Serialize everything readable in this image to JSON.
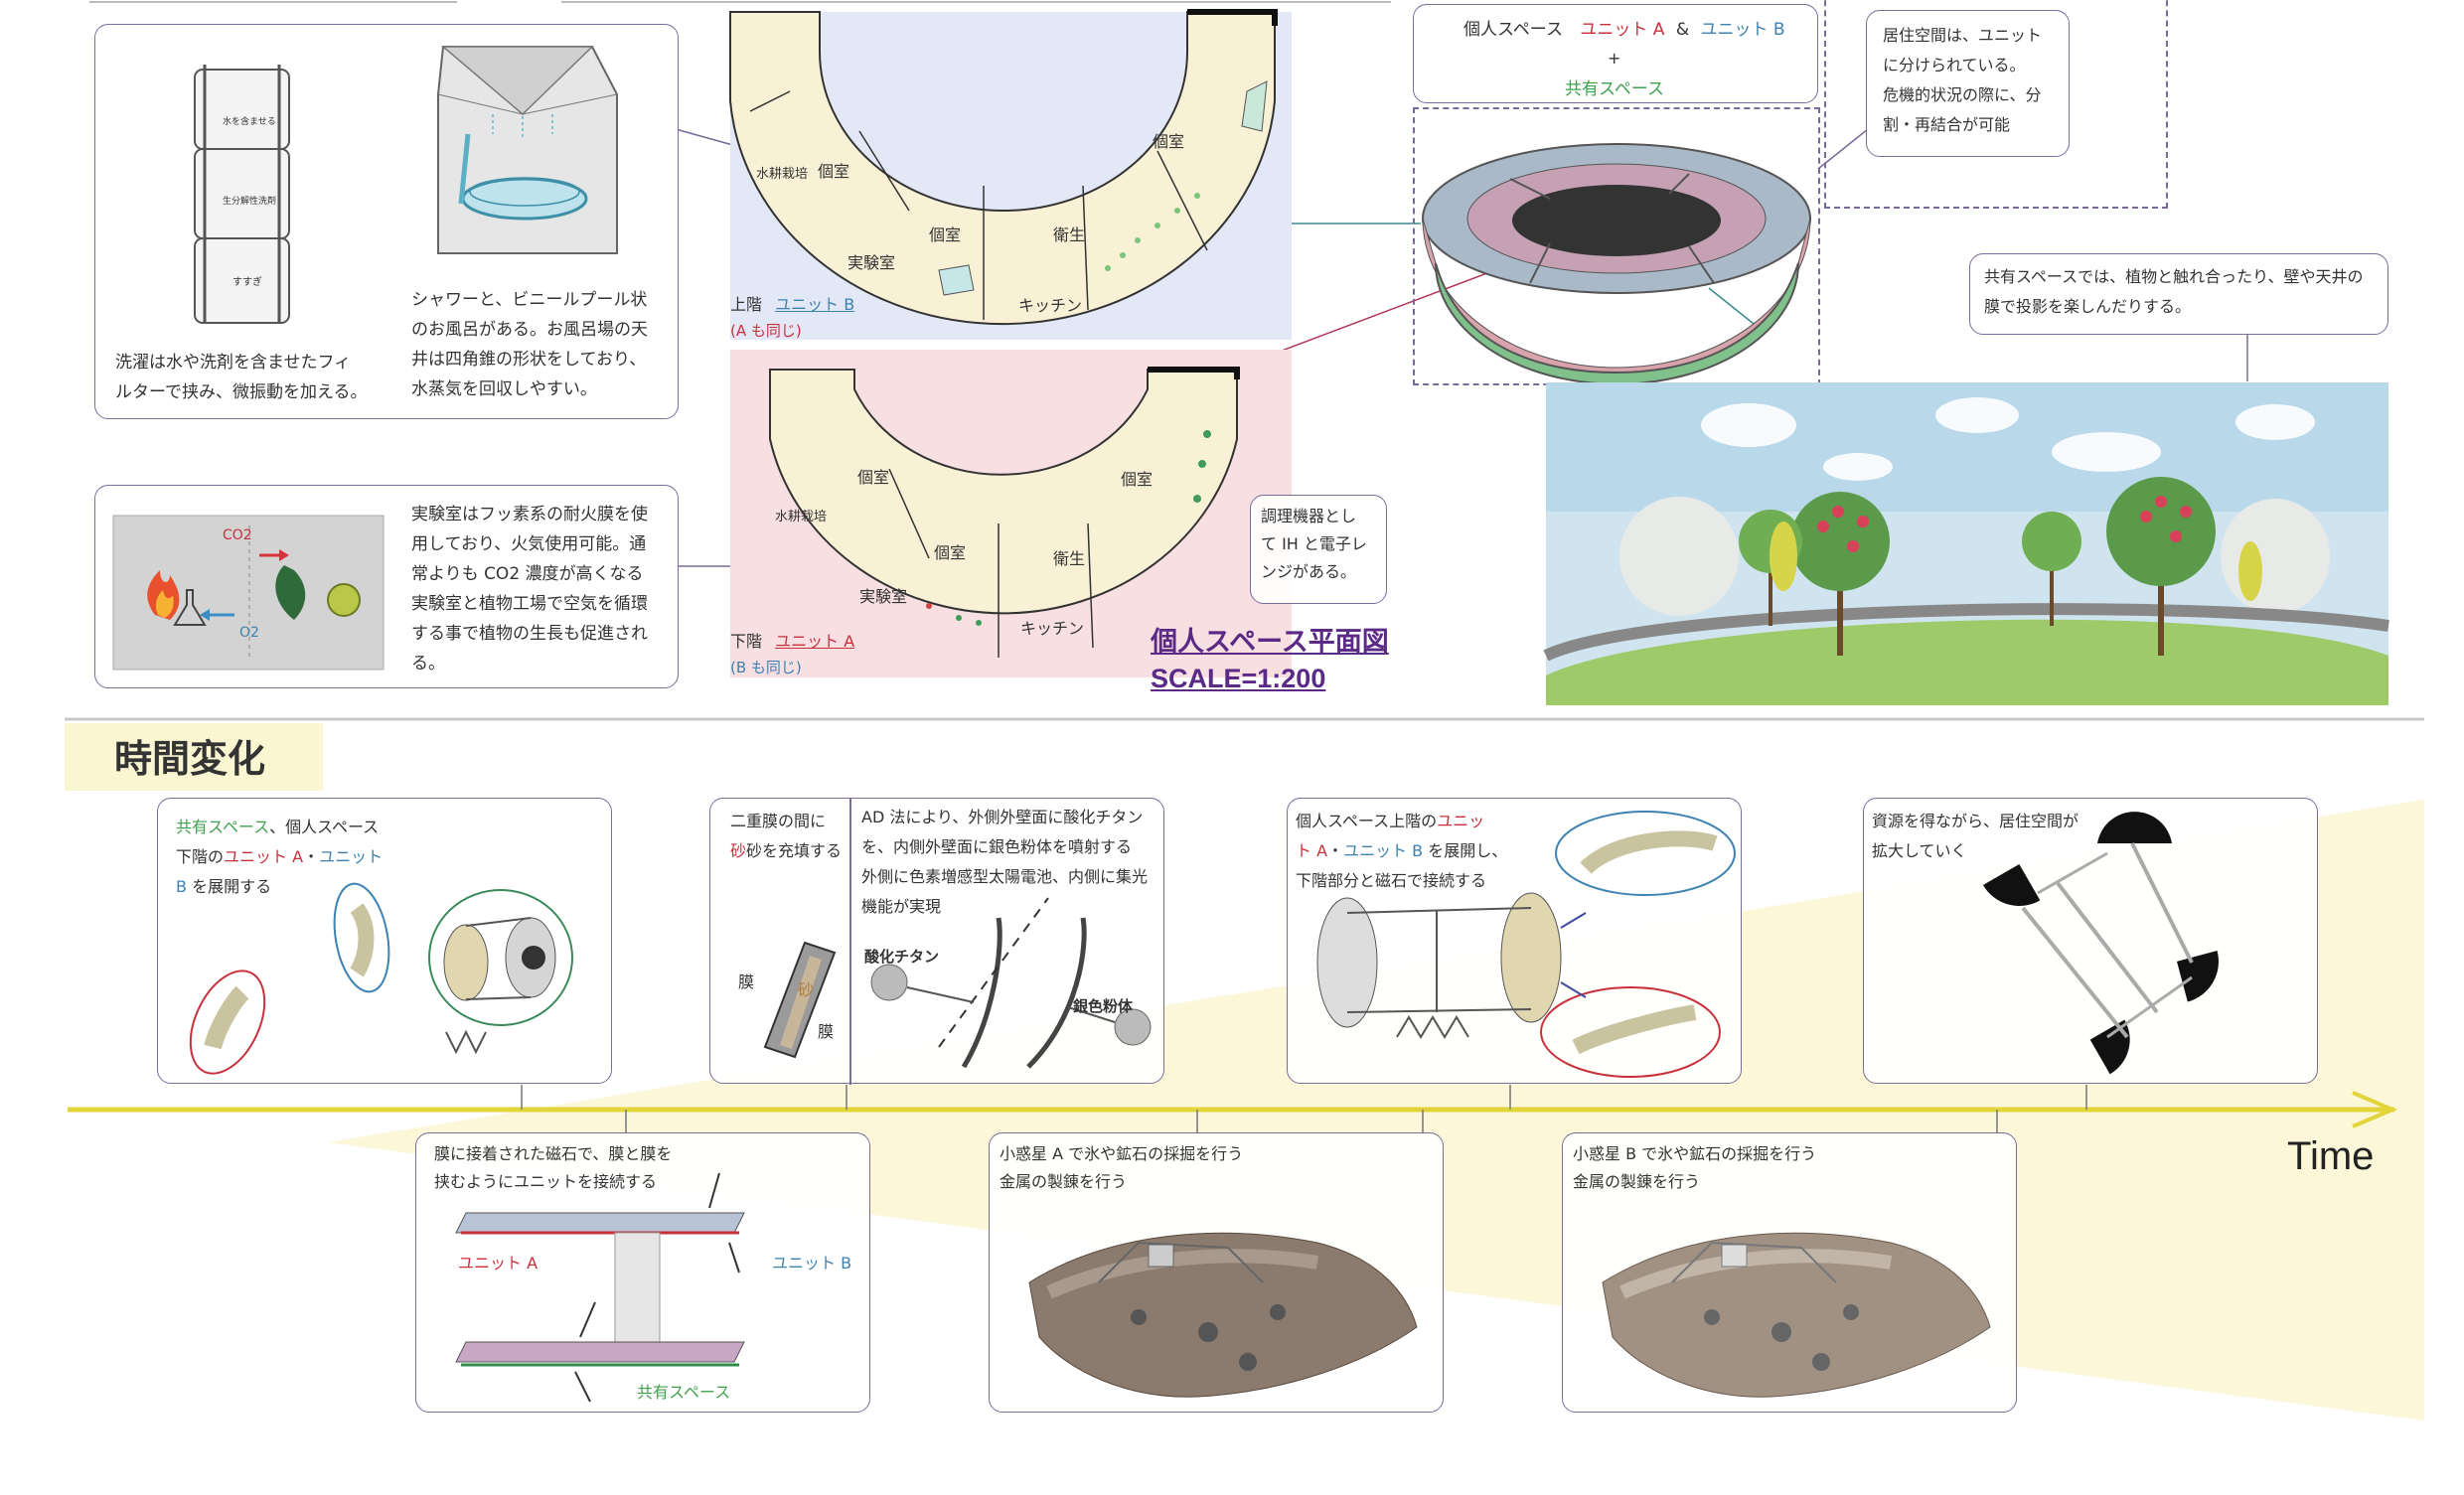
{
  "laundry": {
    "text_1": "洗濯は水や洗剤を含ませたフィ",
    "text_2": "ルターで挟み、微振動を加える。",
    "label_water": "水を含ませる",
    "label_detergent": "生分解性洗剤",
    "label_rinse": "すすぎ"
  },
  "bath": {
    "text_1": "シャワーと、ビニールプール状",
    "text_2": "のお風呂がある。お風呂場の天",
    "text_3": "井は四角錐の形状をしており、",
    "text_4": "水蒸気を回収しやすい。"
  },
  "lab": {
    "co2": "CO2",
    "o2": "O2",
    "text_1": "実験室はフッ素系の耐火膜を使",
    "text_2": "用しており、火気使用可能。通",
    "text_3": "常よりも CO2 濃度が高くなる",
    "text_4": "実験室と植物工場で空気を循環",
    "text_5": "する事で植物の生長も促進され",
    "text_6": "る。"
  },
  "plan_upper": {
    "rooms": [
      "個室",
      "個室",
      "個室",
      "水耕栽培",
      "実験室",
      "衛生",
      "キッチン"
    ],
    "floor": "上階",
    "unit": "ユニット B",
    "note": "(A も同じ)"
  },
  "plan_lower": {
    "rooms": [
      "個室",
      "個室",
      "個室",
      "水耕栽培",
      "実験室",
      "衛生",
      "キッチン"
    ],
    "floor": "下階",
    "unit": "ユニット A",
    "note": "(B も同じ)"
  },
  "cooking": {
    "text_1": "調理機器とし",
    "text_2": "て IH と電子レ",
    "text_3": "ンジがある。"
  },
  "plan_title": "個人スペース平面図",
  "plan_scale": "SCALE=1:200",
  "spaces": {
    "personal": "個人スペース",
    "unit_a": "ユニット A",
    "amp": "&",
    "unit_b": "ユニット B",
    "plus": "+",
    "shared": "共有スペース"
  },
  "living": {
    "text_1": "居住空間は、ユニット",
    "text_2": "に分けられている。",
    "text_3": "危機的状況の際に、分",
    "text_4": "割・再結合が可能"
  },
  "shared_space": {
    "text_1": "共有スペースでは、植物と触れ合ったり、壁や天井の",
    "text_2": "膜で投影を楽しんだりする。"
  },
  "section_title": "時間変化",
  "timeline": {
    "time_label": "Time",
    "step1": {
      "shared": "共有スペース",
      "t1": "、個人スペース",
      "t2": "下階の",
      "unit_a": "ユニット A",
      "dot": "・",
      "unit_b1": "ユニット",
      "unit_b2": "B",
      "t3": " を展開する"
    },
    "step2": {
      "t1": "膜に接着された磁石で、膜と膜を",
      "t2": "挟むようにユニットを接続する",
      "unit_a": "ユニット A",
      "unit_b": "ユニット B",
      "shared": "共有スペース"
    },
    "step3": {
      "t1": "二重膜の間に",
      "t2": "砂を充填する",
      "membrane": "膜",
      "sand": "砂"
    },
    "step4": {
      "t1": "AD 法により、外側外壁面に酸化チタン",
      "t2": "を、内側外壁面に銀色粉体を噴射する",
      "t3": "外側に色素増感型太陽電池、内側に集光",
      "t4": "機能が実現",
      "titanium": "酸化チタン",
      "silver": "銀色粉体"
    },
    "step5": {
      "t1": "小惑星 A で氷や鉱石の採掘を行う",
      "t2": "金属の製錬を行う"
    },
    "step6": {
      "t1": "個人スペース上階の",
      "unit1": "ユニッ",
      "unit2": "ト A",
      "dot": "・",
      "unit_b": "ユニット B",
      "t2": " を展開し、",
      "t3": "下階部分と磁石で接続する"
    },
    "step7": {
      "t1": "小惑星 B で氷や鉱石の採掘を行う",
      "t2": "金属の製錬を行う"
    },
    "step8": {
      "t1": "資源を得ながら、居住空間が",
      "t2": "拡大していく"
    }
  }
}
